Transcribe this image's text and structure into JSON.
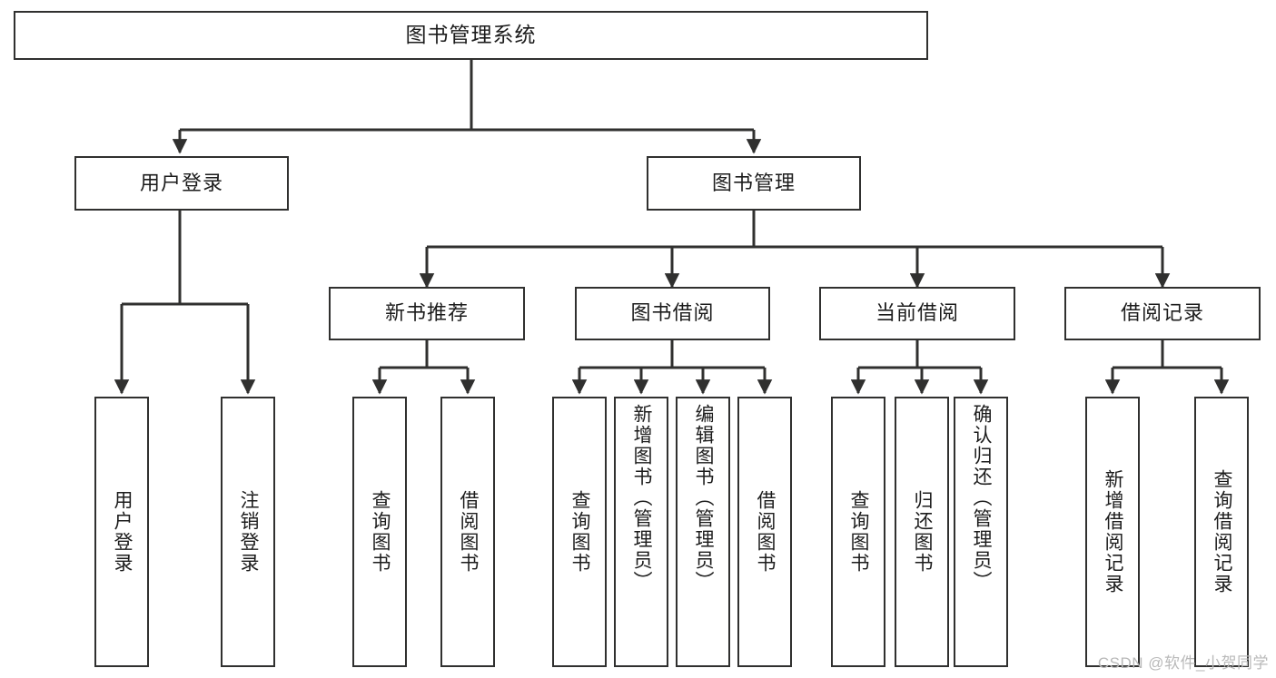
{
  "diagram": {
    "title": "图书管理系统",
    "type": "functional-structure-tree",
    "watermark": "CSDN @软件_小贺同学",
    "colors": {
      "stroke": "#30302f",
      "text": "#1c1c1c",
      "background": "#ffffff",
      "watermark": "#b9b9b9"
    },
    "levels": {
      "root": {
        "label": "图书管理系统"
      },
      "level2": [
        {
          "label": "用户登录"
        },
        {
          "label": "图书管理"
        }
      ],
      "level3": [
        {
          "label": "新书推荐"
        },
        {
          "label": "图书借阅"
        },
        {
          "label": "当前借阅"
        },
        {
          "label": "借阅记录"
        }
      ],
      "leaves": {
        "user_login": [
          {
            "label": "用户登录"
          },
          {
            "label": "注销登录"
          }
        ],
        "new_book_recommend": [
          {
            "label": "查询图书"
          },
          {
            "label": "借阅图书"
          }
        ],
        "book_borrow": [
          {
            "label": "查询图书"
          },
          {
            "label": "新增图书（管理员）"
          },
          {
            "label": "编辑图书（管理员）"
          },
          {
            "label": "借阅图书"
          }
        ],
        "current_borrow": [
          {
            "label": "查询图书"
          },
          {
            "label": "归还图书"
          },
          {
            "label": "确认归还（管理员）"
          }
        ],
        "borrow_record": [
          {
            "label": "新增借阅记录"
          },
          {
            "label": "查询借阅记录"
          }
        ]
      }
    }
  }
}
